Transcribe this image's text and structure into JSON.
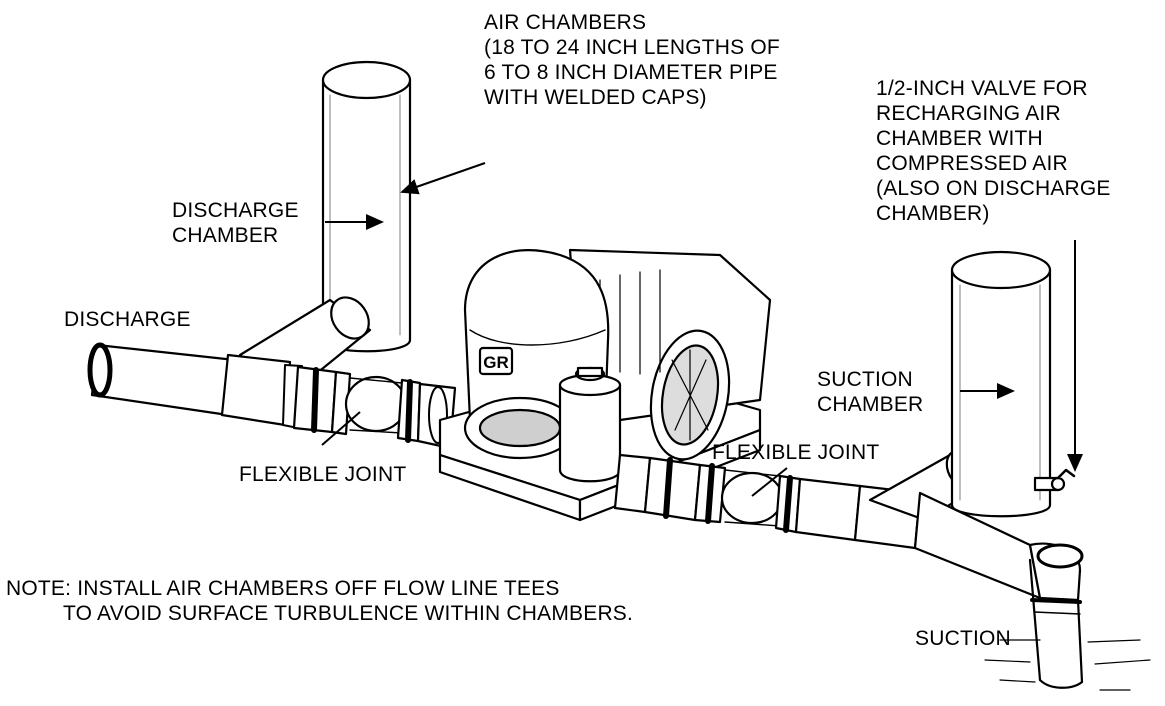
{
  "labels": {
    "air_chambers": [
      "AIR CHAMBERS",
      "(18 TO 24 INCH LENGTHS OF",
      "6 TO 8 INCH DIAMETER PIPE",
      "WITH WELDED CAPS)"
    ],
    "valve": [
      "1/2-INCH VALVE FOR",
      "RECHARGING AIR",
      "CHAMBER WITH",
      "COMPRESSED AIR",
      "(ALSO ON DISCHARGE",
      "CHAMBER)"
    ],
    "discharge_chamber": [
      "DISCHARGE",
      "CHAMBER"
    ],
    "discharge": "DISCHARGE",
    "suction_chamber": [
      "SUCTION",
      "CHAMBER"
    ],
    "flexible_joint_left": "FLEXIBLE JOINT",
    "flexible_joint_right": "FLEXIBLE JOINT",
    "suction": "SUCTION",
    "pump_logo": "GR",
    "note": [
      "NOTE: INSTALL AIR CHAMBERS OFF FLOW LINE TEES",
      "TO AVOID SURFACE TURBULENCE WITHIN CHAMBERS."
    ]
  }
}
